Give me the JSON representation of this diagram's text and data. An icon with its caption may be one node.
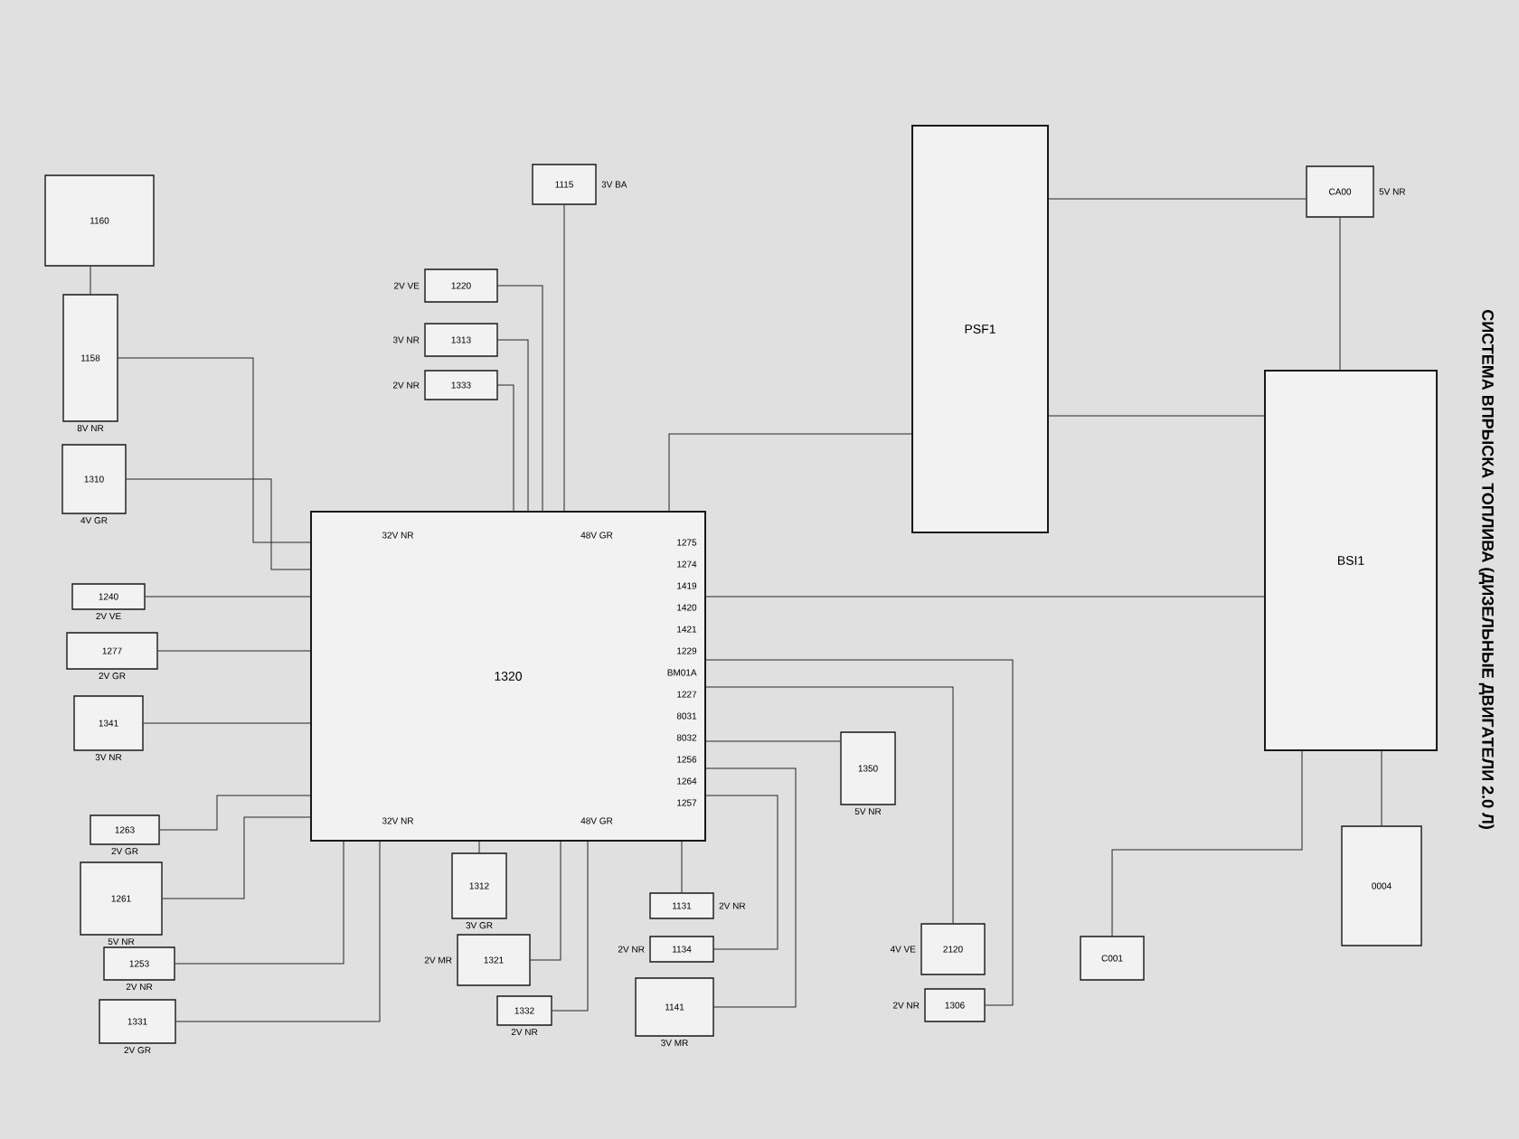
{
  "diagram": {
    "title": "СИСТЕМА ВПРЫСКА ТОПЛИВА (ДИЗЕЛЬНЫЕ ДВИГАТЕЛИ 2.0 Л)",
    "nodes": [
      {
        "text": [
          "1320",
          "32V NR",
          "48V GR",
          "32V NR",
          "48V GR"
        ]
      },
      {
        "text": [
          "PSF1"
        ]
      },
      {
        "text": [
          "BSI1"
        ]
      },
      {
        "text": [
          "1160"
        ]
      },
      {
        "text": [
          "1158"
        ],
        "beside": [
          "8V NR"
        ]
      },
      {
        "text": [
          "1310"
        ],
        "beside": [
          "4V GR"
        ]
      },
      {
        "text": [
          "1115"
        ],
        "beside": [
          "3V BA"
        ]
      },
      {
        "text": [
          "1220"
        ],
        "beside": [
          "2V VE"
        ]
      },
      {
        "text": [
          "1313"
        ],
        "beside": [
          "3V NR"
        ]
      },
      {
        "text": [
          "1333"
        ],
        "beside": [
          "2V NR"
        ]
      },
      {
        "text": [
          "1240"
        ],
        "beside": [
          "2V VE"
        ]
      },
      {
        "text": [
          "1277"
        ],
        "beside": [
          "2V GR"
        ]
      },
      {
        "text": [
          "1341"
        ],
        "beside": [
          "3V NR"
        ]
      },
      {
        "text": [
          "1263"
        ],
        "beside": [
          "2V GR"
        ]
      },
      {
        "text": [
          "1261"
        ],
        "beside": [
          "5V NR"
        ]
      },
      {
        "text": [
          "1253"
        ],
        "beside": [
          "2V NR"
        ]
      },
      {
        "text": [
          "1331"
        ],
        "beside": [
          "2V GR"
        ]
      },
      {
        "text": [
          "1312"
        ],
        "beside": [
          "3V GR"
        ]
      },
      {
        "text": [
          "1321"
        ],
        "beside": [
          "2V MR"
        ]
      },
      {
        "text": [
          "1332"
        ],
        "beside": [
          "2V NR"
        ]
      },
      {
        "text": [
          "1131"
        ],
        "beside": [
          "2V NR"
        ]
      },
      {
        "text": [
          "1134"
        ],
        "beside": [
          "2V NR"
        ]
      },
      {
        "text": [
          "1141"
        ],
        "beside": [
          "3V MR"
        ]
      },
      {
        "text": [
          "1350"
        ],
        "beside": [
          "5V NR"
        ]
      },
      {
        "text": [
          "2120"
        ],
        "beside": [
          "4V VE"
        ]
      },
      {
        "text": [
          "1306"
        ],
        "beside": [
          "2V NR"
        ]
      },
      {
        "text": [
          "C001"
        ]
      },
      {
        "text": [
          "0004"
        ]
      },
      {
        "text": [
          "CA00"
        ],
        "beside": [
          "5V NR"
        ]
      }
    ],
    "edges": [
      {
        "from": 3,
        "to": 4,
        "arrow": "none"
      },
      {
        "from": 4,
        "to": 0,
        "arrow": "none"
      },
      {
        "from": 5,
        "to": 0,
        "arrow": "none"
      },
      {
        "from": 6,
        "to": 0,
        "arrow": "none"
      },
      {
        "from": 7,
        "to": 0,
        "arrow": "none"
      },
      {
        "from": 8,
        "to": 0,
        "arrow": "none"
      },
      {
        "from": 9,
        "to": 0,
        "arrow": "none"
      },
      {
        "from": 10,
        "to": 0,
        "arrow": "none"
      },
      {
        "from": 11,
        "to": 0,
        "arrow": "none"
      },
      {
        "from": 12,
        "to": 0,
        "arrow": "none"
      },
      {
        "from": 13,
        "to": 0,
        "arrow": "none"
      },
      {
        "from": 14,
        "to": 0,
        "arrow": "none"
      },
      {
        "from": 15,
        "to": 0,
        "arrow": "none"
      },
      {
        "from": 16,
        "to": 0,
        "arrow": "none"
      },
      {
        "from": 17,
        "to": 0,
        "arrow": "none"
      },
      {
        "from": 18,
        "to": 0,
        "arrow": "none"
      },
      {
        "from": 19,
        "to": 0,
        "arrow": "none"
      },
      {
        "from": 20,
        "to": 0,
        "arrow": "none"
      },
      {
        "from": 21,
        "to": 0,
        "arrow": "none"
      },
      {
        "from": 22,
        "to": 0,
        "arrow": "none"
      },
      {
        "from": 23,
        "to": 0,
        "arrow": "none"
      },
      {
        "from": 24,
        "to": 0,
        "arrow": "none"
      },
      {
        "from": 25,
        "to": 0,
        "arrow": "none"
      },
      {
        "from": 1,
        "to": 0,
        "arrow": "none"
      },
      {
        "from": 2,
        "to": 0,
        "arrow": "none"
      },
      {
        "from": 2,
        "to": 1,
        "arrow": "none"
      },
      {
        "from": 28,
        "to": 2,
        "arrow": "none"
      },
      {
        "from": 26,
        "to": 2,
        "arrow": "none"
      },
      {
        "from": 27,
        "to": 2,
        "arrow": "none"
      },
      {
        "from": 1,
        "to": 28,
        "arrow": "none"
      }
    ],
    "labels": [
      "1275",
      "1274",
      "1419",
      "1420",
      "1421",
      "1229",
      "BM01A",
      "1227",
      "8031",
      "8032",
      "1256",
      "1264",
      "1257"
    ]
  }
}
